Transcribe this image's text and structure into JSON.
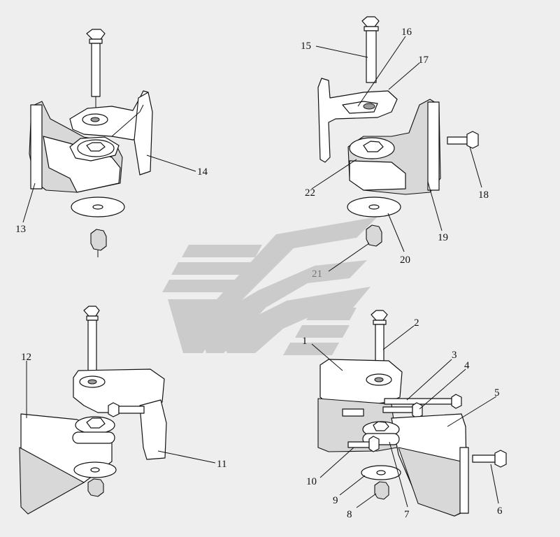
{
  "diagram": {
    "callouts": [
      {
        "id": "c1",
        "text": "1"
      },
      {
        "id": "c2",
        "text": "2"
      },
      {
        "id": "c3",
        "text": "3"
      },
      {
        "id": "c4",
        "text": "4"
      },
      {
        "id": "c5",
        "text": "5"
      },
      {
        "id": "c6",
        "text": "6"
      },
      {
        "id": "c7",
        "text": "7"
      },
      {
        "id": "c8",
        "text": "8"
      },
      {
        "id": "c9",
        "text": "9"
      },
      {
        "id": "c10",
        "text": "10"
      },
      {
        "id": "c11",
        "text": "11"
      },
      {
        "id": "c12",
        "text": "12"
      },
      {
        "id": "c13",
        "text": "13"
      },
      {
        "id": "c14",
        "text": "14"
      },
      {
        "id": "c15",
        "text": "15"
      },
      {
        "id": "c16",
        "text": "16"
      },
      {
        "id": "c17",
        "text": "17"
      },
      {
        "id": "c18",
        "text": "18"
      },
      {
        "id": "c19",
        "text": "19"
      },
      {
        "id": "c20",
        "text": "20"
      },
      {
        "id": "c21",
        "text": "21"
      },
      {
        "id": "c22",
        "text": "22"
      }
    ],
    "colors": {
      "background": "#eeeeee",
      "watermark": "#c6c6c6",
      "line": "#111111"
    }
  }
}
